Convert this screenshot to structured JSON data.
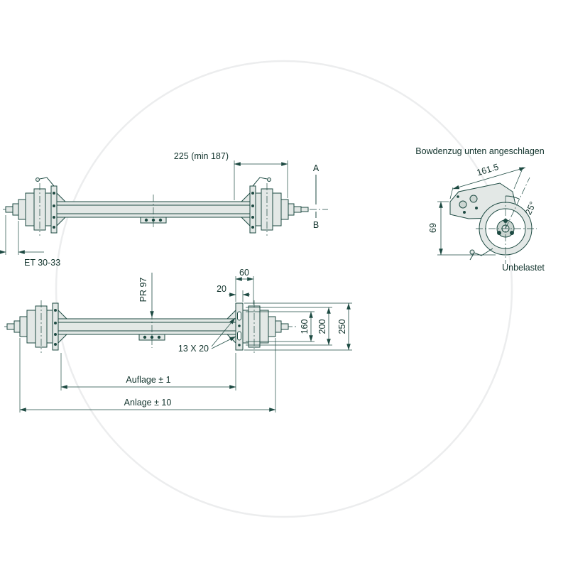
{
  "meta": {
    "background": "#ffffff",
    "line_color": "#1d4a42",
    "fill_color": "#e3e8e6",
    "text_color": "#11332c",
    "watermark_color": "#ecedee"
  },
  "top_view": {
    "dim_width": "225 (min 187)",
    "section_a": "A",
    "section_b": "B",
    "dim_offset": "ET 30-33"
  },
  "detail_view": {
    "title": "Bowdenzug unten angeschlagen",
    "dim_length": "161.5",
    "dim_height": "69",
    "dim_angle": "25°",
    "caption": "Unbelastet"
  },
  "bottom_view": {
    "dim_60": "60",
    "dim_20": "20",
    "dim_tube": "PR 97",
    "slot_label": "13 X 20",
    "dim_160": "160",
    "dim_200": "200",
    "dim_250": "250",
    "dim_auflage": "Auflage ± 1",
    "dim_anlage": "Anlage ± 10"
  }
}
